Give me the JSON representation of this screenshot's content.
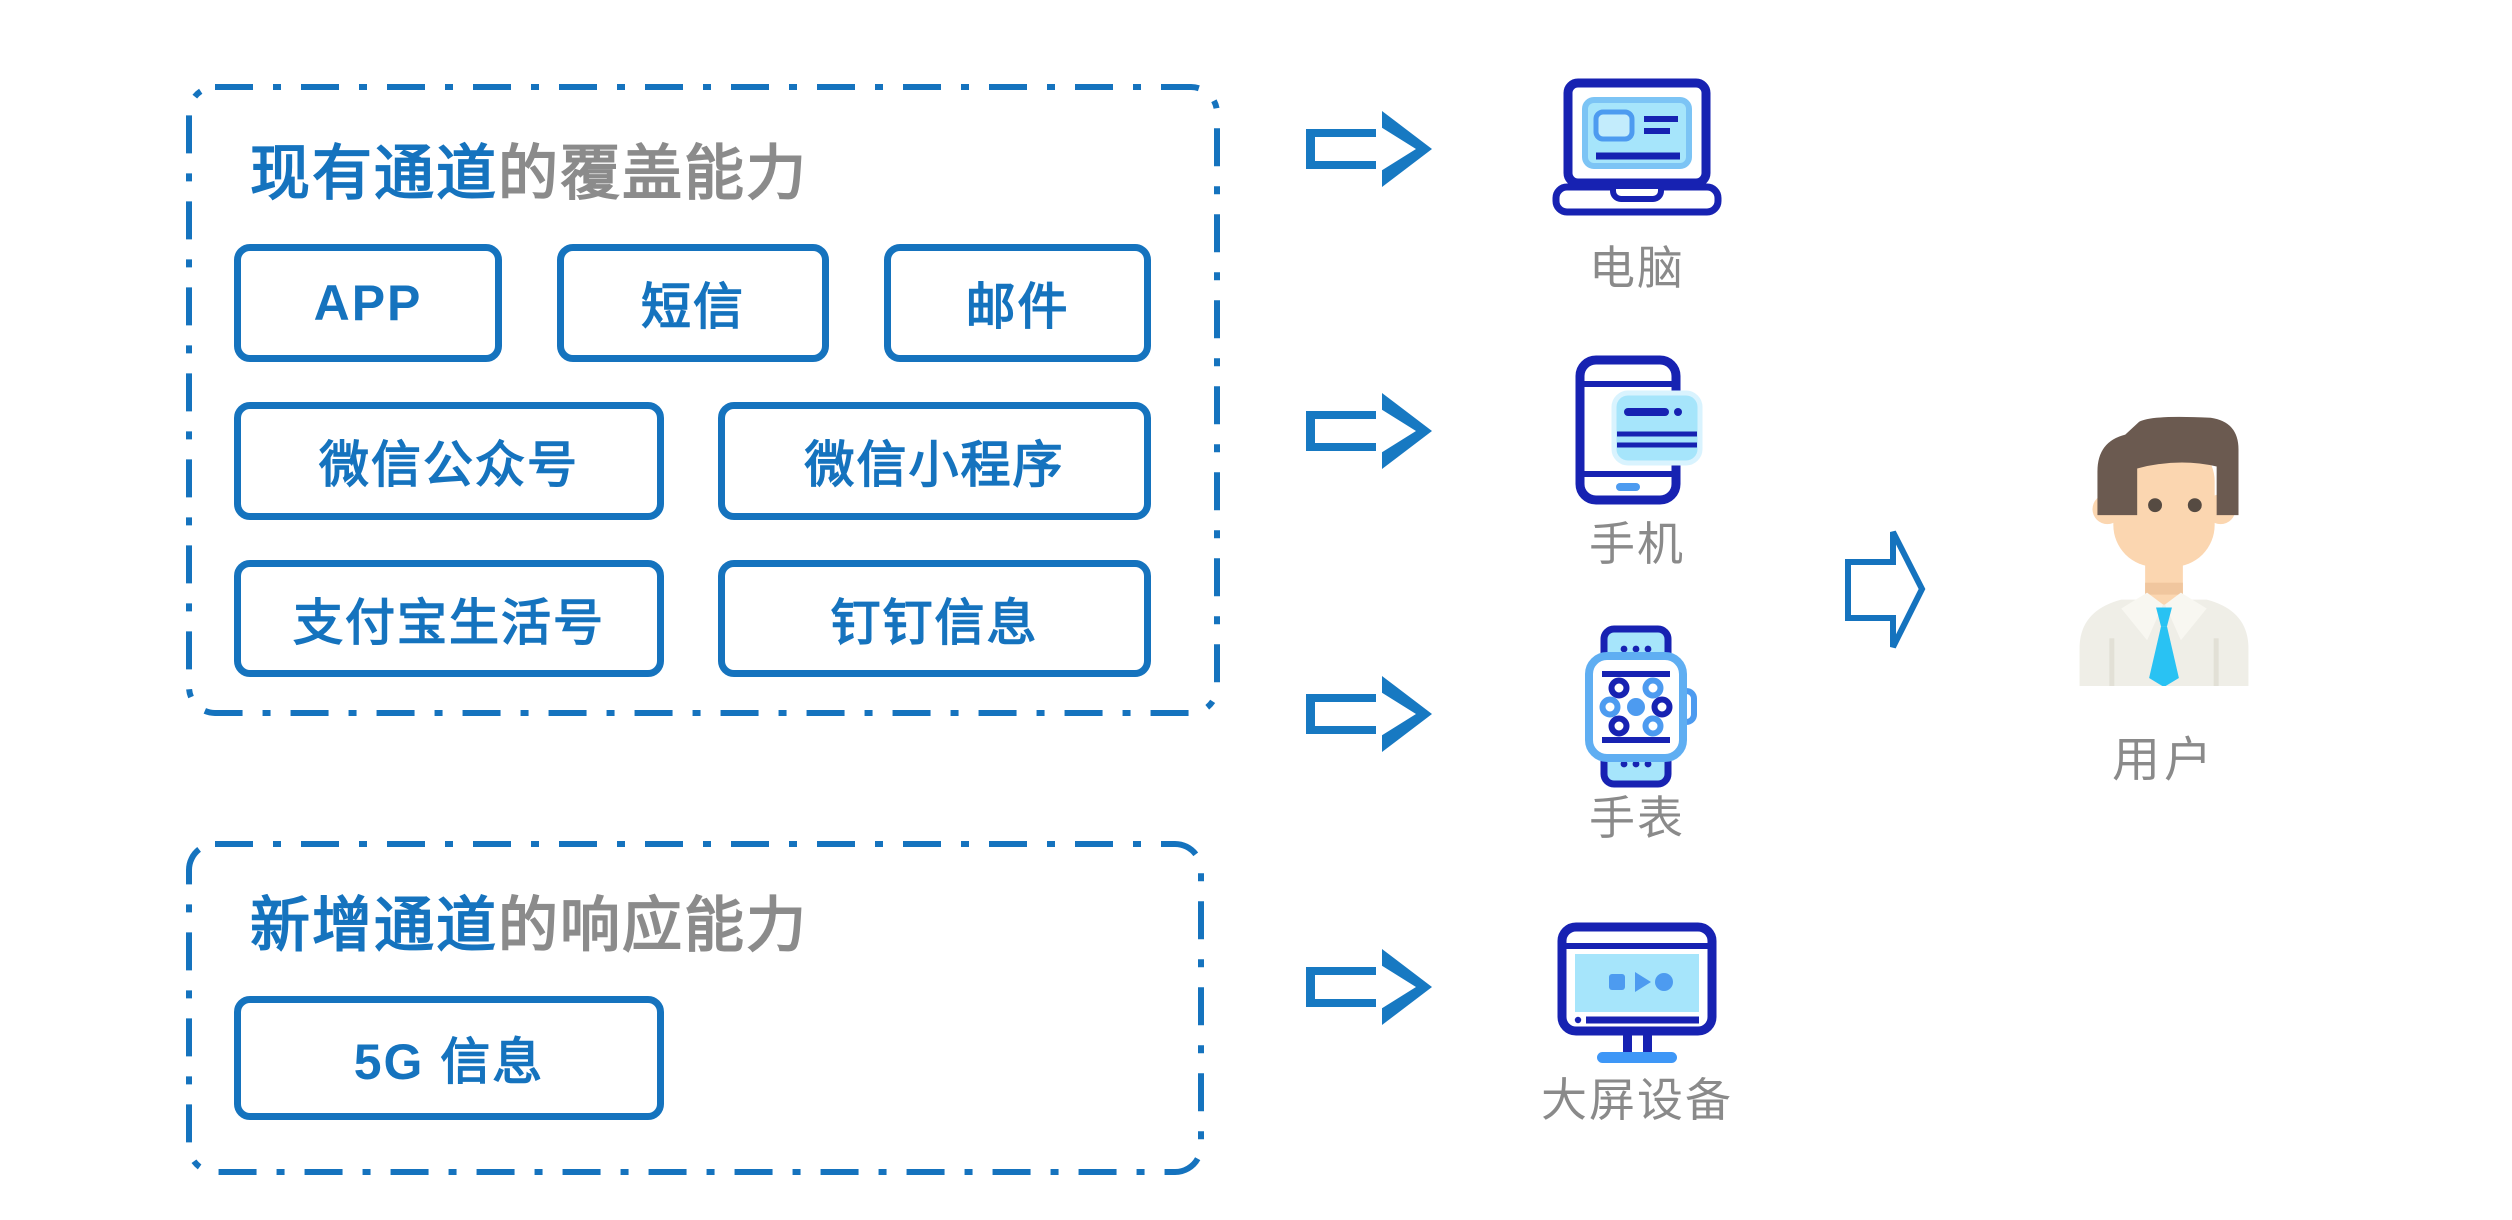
{
  "diagram_title": "",
  "colors": {
    "primary_blue": "#1573BE",
    "arrow_blue": "#1779C2",
    "icon_navy": "#1722B2",
    "icon_cyan": "#A6E5FB",
    "icon_mid_blue": "#4D9BF0",
    "icon_light_blue": "#5FAEF2",
    "title_gray": "#8B8B8B",
    "label_gray": "#8A8A8A",
    "tie_cyan": "#29C2F3",
    "hair_brown": "#6B5A50",
    "skin": "#FBD6B0",
    "shirt": "#EFEEE7"
  },
  "existing_channels": {
    "title_highlight": "现有通道",
    "title_rest": "的覆盖能力",
    "buttons": [
      "APP",
      "短信",
      "邮件",
      "微信公众号",
      "微信小程序",
      "支付宝生活号",
      "钉钉信息"
    ]
  },
  "new_channels": {
    "title_highlight": "新增通道",
    "title_rest": "的响应能力",
    "buttons": [
      "5G 信息"
    ]
  },
  "devices": [
    {
      "icon": "laptop-icon",
      "label": "电脑"
    },
    {
      "icon": "smartphone-icon",
      "label": "手机"
    },
    {
      "icon": "smartwatch-icon",
      "label": "手表"
    },
    {
      "icon": "bigscreen-icon",
      "label": "大屏设备"
    }
  ],
  "user": {
    "icon": "user-avatar-icon",
    "label": "用户"
  }
}
